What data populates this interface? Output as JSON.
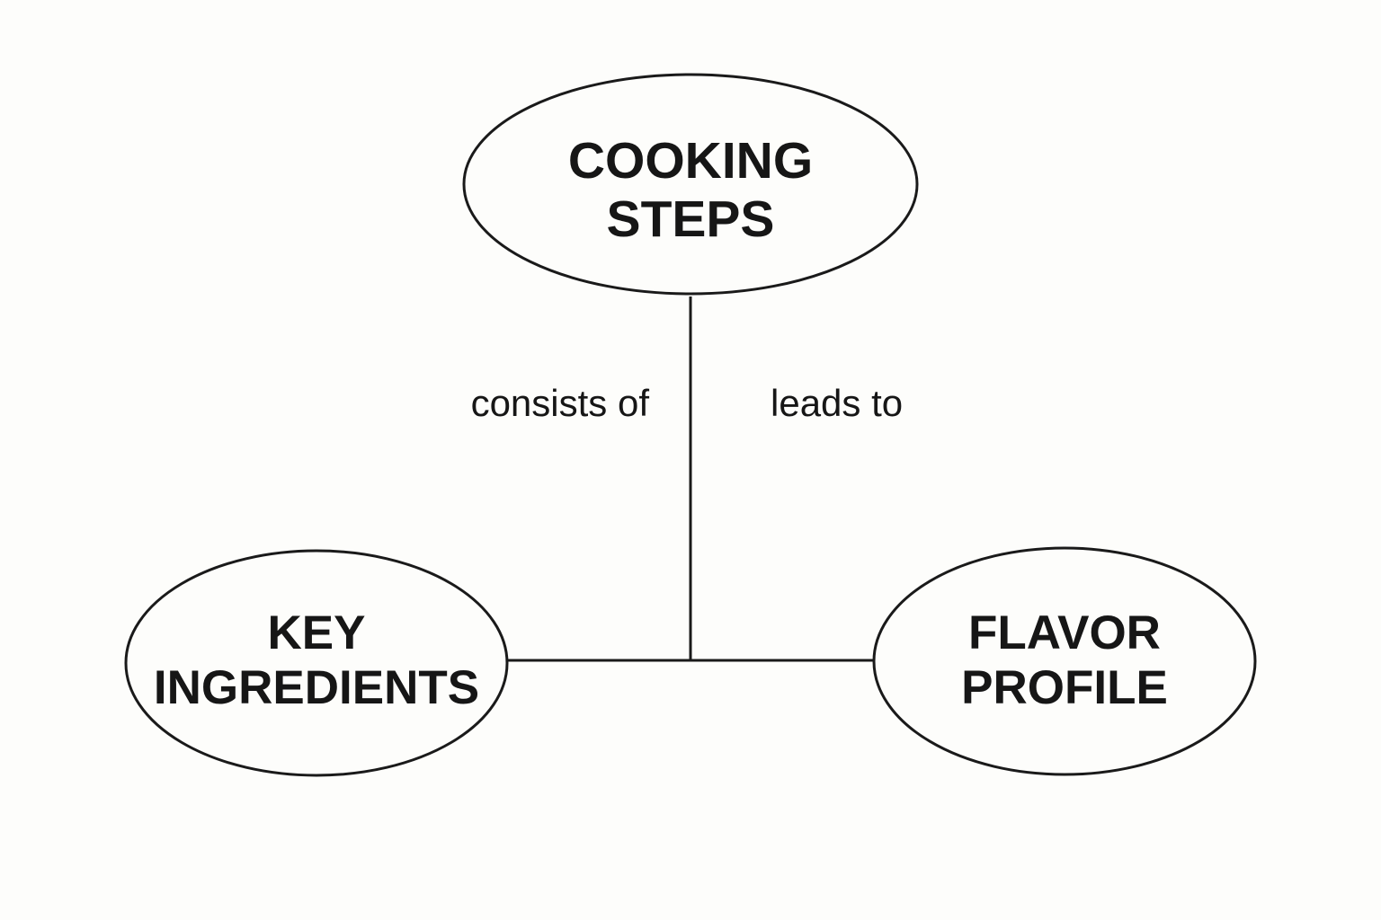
{
  "nodes": {
    "cooking_steps": {
      "line1": "COOKING",
      "line2": "STEPS"
    },
    "key_ingredients": {
      "line1": "KEY",
      "line2": "INGREDIENTS"
    },
    "flavor_profile": {
      "line1": "FLAVOR",
      "line2": "PROFILE"
    }
  },
  "edges": {
    "left_label": "consists of",
    "right_label": "leads to"
  },
  "colors": {
    "background": "#fdfdfb",
    "stroke": "#1a1a1a",
    "text": "#161616"
  }
}
